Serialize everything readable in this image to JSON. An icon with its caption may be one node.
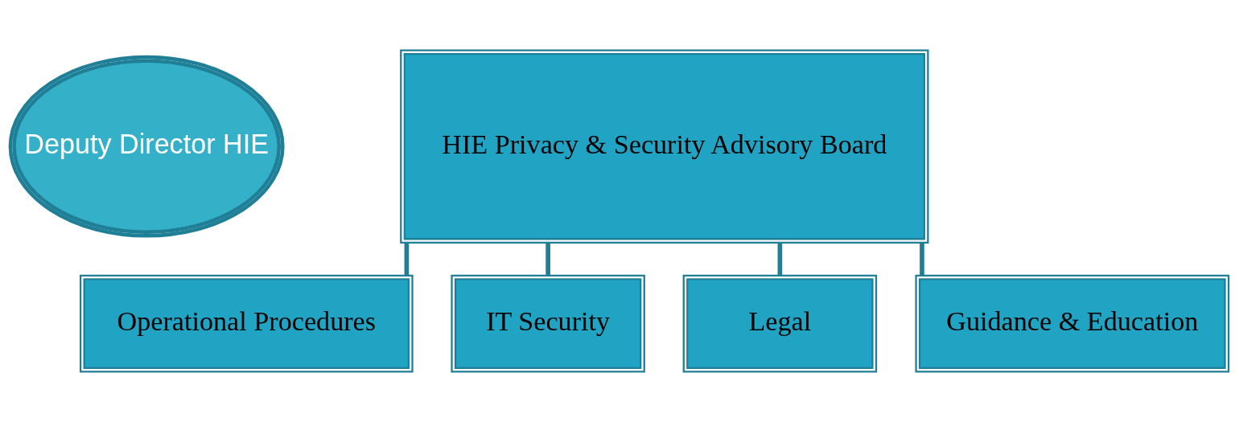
{
  "diagram": {
    "nodes": [
      {
        "text": [
          "Deputy Director HIE"
        ]
      },
      {
        "text": [
          "HIE Privacy & Security Advisory Board"
        ]
      },
      {
        "text": [
          "Operational Procedures"
        ]
      },
      {
        "text": [
          "IT Security"
        ]
      },
      {
        "text": [
          "Legal"
        ]
      },
      {
        "text": [
          "Guidance & Education"
        ]
      }
    ],
    "edges": [
      {
        "from": 1,
        "to": 2,
        "arrow": "none"
      },
      {
        "from": 1,
        "to": 3,
        "arrow": "none"
      },
      {
        "from": 1,
        "to": 4,
        "arrow": "none"
      },
      {
        "from": 1,
        "to": 5,
        "arrow": "none"
      }
    ]
  }
}
